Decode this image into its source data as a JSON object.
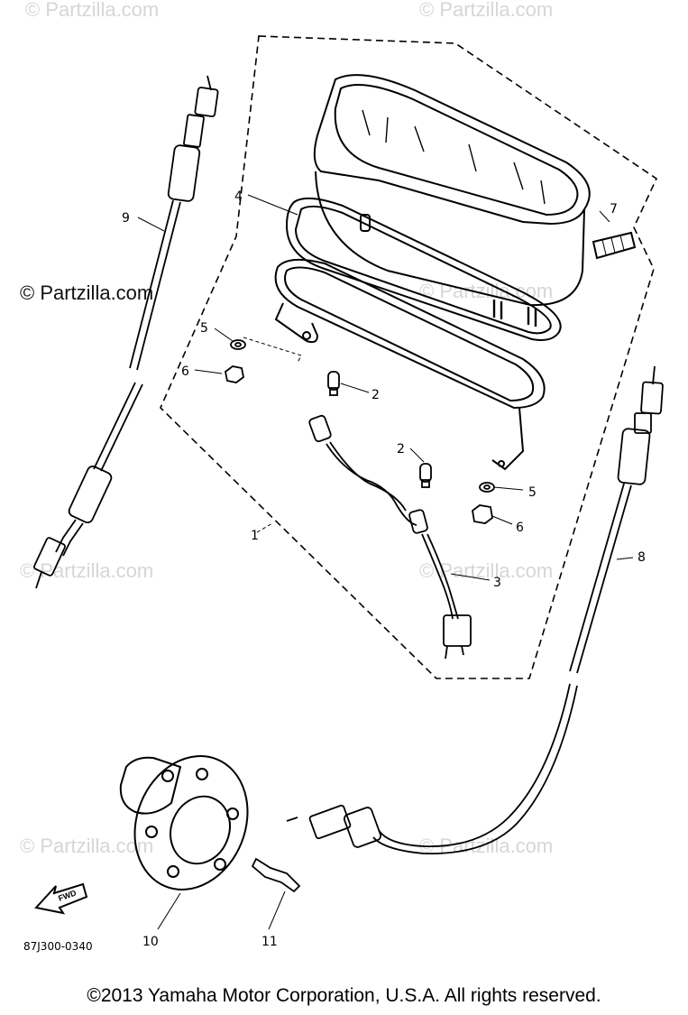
{
  "watermarks": {
    "brand": "© Partzilla.com",
    "brand_partial": "© Partzilla.com"
  },
  "callouts": [
    "1",
    "2",
    "2",
    "3",
    "4",
    "5",
    "5",
    "6",
    "6",
    "7",
    "8",
    "9",
    "10",
    "11"
  ],
  "fwd_label": "FWD",
  "diagram_code": "87J300-0340",
  "copyright": "©2013  Yamaha Motor Corporation, U.S.A. All rights reserved."
}
